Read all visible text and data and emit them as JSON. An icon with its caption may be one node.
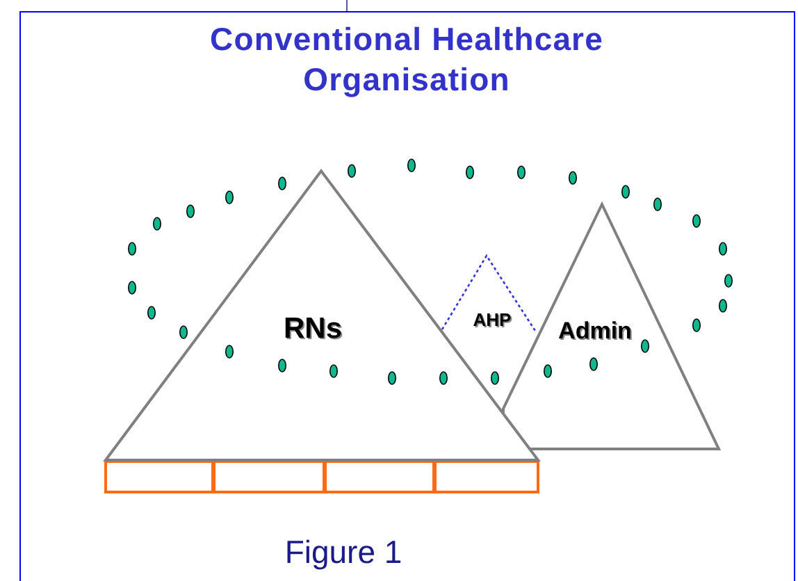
{
  "diagram": {
    "title": "Conventional Healthcare Organisation",
    "nodes": [
      {
        "text": [
          "RNs"
        ]
      },
      {
        "text": [
          "AHP"
        ]
      },
      {
        "text": [
          "Admin"
        ]
      },
      {
        "text": [],
        "shape": "box"
      },
      {
        "text": [],
        "shape": "box"
      },
      {
        "text": [],
        "shape": "box"
      },
      {
        "text": [],
        "shape": "box"
      }
    ],
    "caption": "Figure 1"
  }
}
